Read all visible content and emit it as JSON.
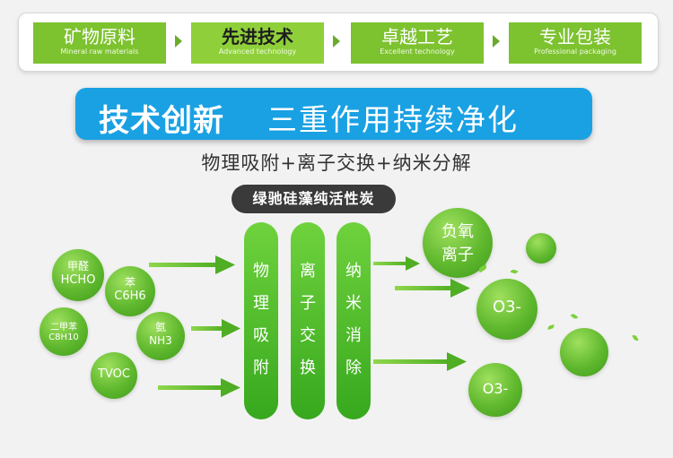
{
  "steps": [
    {
      "zh": "矿物原料",
      "en": "Mineral raw materials"
    },
    {
      "zh": "先进技术",
      "en": "Advanced technology"
    },
    {
      "zh": "卓越工艺",
      "en": "Excellent technology"
    },
    {
      "zh": "专业包装",
      "en": "Professional packaging"
    }
  ],
  "banner": {
    "bold": "技术创新",
    "rest": "三重作用持续净化"
  },
  "subtitle": "物理吸附+离子交换+纳米分解",
  "product_label": "绿驰硅藻纯活性炭",
  "pollutants": [
    {
      "line1": "甲醛",
      "line2": "HCHO"
    },
    {
      "line1": "苯",
      "line2": "C6H6"
    },
    {
      "line1": "二甲苯",
      "line2": "C8H10"
    },
    {
      "line1": "氨",
      "line2": "NH3"
    },
    {
      "line1": "TVOC",
      "line2": ""
    }
  ],
  "process_columns": [
    {
      "chars": [
        "物",
        "理",
        "吸",
        "附"
      ]
    },
    {
      "chars": [
        "离",
        "子",
        "交",
        "换"
      ]
    },
    {
      "chars": [
        "纳",
        "米",
        "消",
        "除"
      ]
    }
  ],
  "outputs": {
    "negative_ion": {
      "line1": "负氧",
      "line2": "离子"
    },
    "ozone_1": "O3-",
    "ozone_2": "O3-"
  },
  "colors": {
    "accent_green": "#7dc22f",
    "banner_blue": "#1aa1e3",
    "arrow_green": "#5fbf2b"
  }
}
